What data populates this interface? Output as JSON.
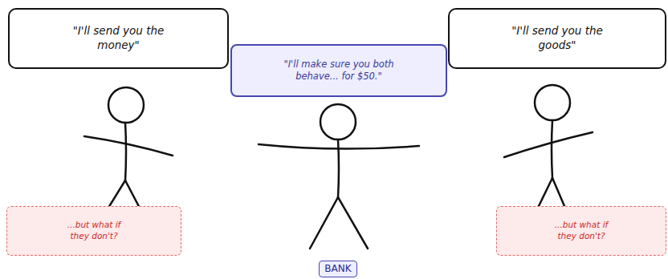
{
  "diagram": {
    "nodes": [
      {
        "text": [
          "\"I'll send you the money\""
        ]
      },
      {
        "text": [
          "\"I'll make sure you both behave... for $50.\""
        ]
      },
      {
        "text": [
          "\"I'll send you the goods\""
        ]
      },
      {
        "text": [
          "...but what if they don't?"
        ]
      },
      {
        "text": [
          "...but what if they don't?"
        ]
      },
      {
        "text": [
          "BANK"
        ]
      }
    ]
  }
}
